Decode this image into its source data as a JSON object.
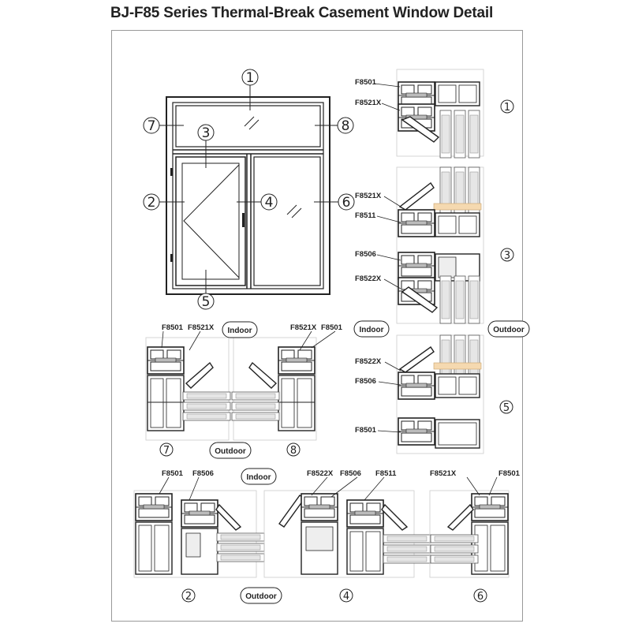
{
  "title": "BJ-F85 Series Thermal-Break Casement Window Detail",
  "window_callouts": [
    "1",
    "2",
    "3",
    "4",
    "5",
    "6",
    "7",
    "8"
  ],
  "sections": {
    "s1": {
      "number": "1",
      "labels": [
        "F8501",
        "F8521X"
      ]
    },
    "s3": {
      "number": "3",
      "labels": [
        "F8521X",
        "F8511",
        "F8506",
        "F8522X"
      ]
    },
    "s5": {
      "number": "5",
      "labels": [
        "F8522X",
        "F8506",
        "F8501"
      ]
    },
    "s7": {
      "number": "7",
      "labels": [
        "F8501",
        "F8521X"
      ]
    },
    "s8": {
      "number": "8",
      "labels": [
        "F8521X",
        "F8501"
      ]
    },
    "s2": {
      "number": "2",
      "labels": [
        "F8501",
        "F8506"
      ]
    },
    "s4": {
      "number": "4",
      "labels": [
        "F8522X",
        "F8506",
        "F8511"
      ]
    },
    "s6": {
      "number": "6",
      "labels": [
        "F8521X",
        "F8501"
      ]
    }
  },
  "orientation": {
    "indoor": "Indoor",
    "outdoor": "Outdoor"
  }
}
